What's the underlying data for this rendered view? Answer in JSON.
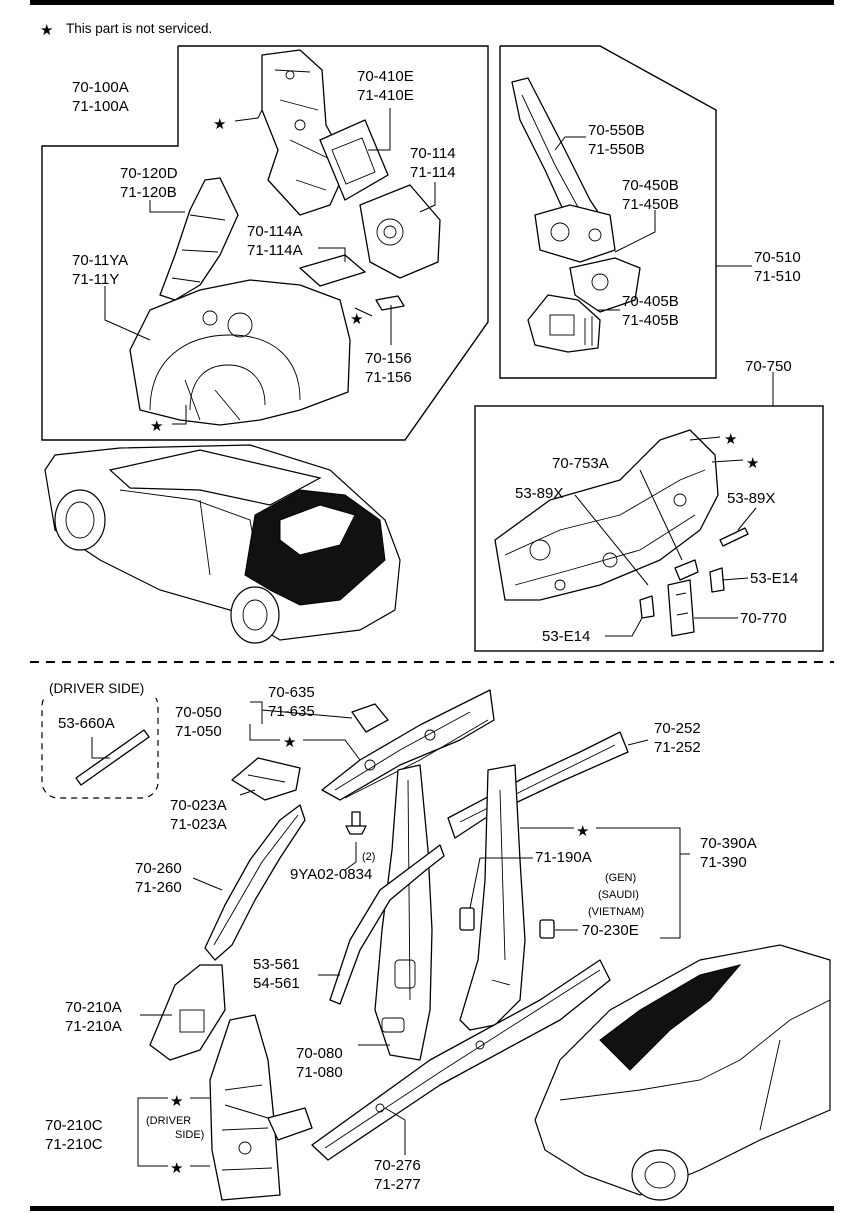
{
  "legend": {
    "symbol": "★",
    "text": "This part is not serviced."
  },
  "top_left": {
    "l1": "70-100A",
    "l2": "71-100A",
    "l3": "70-410E",
    "l4": "71-410E",
    "l5": "70-114",
    "l6": "71-114",
    "l7": "70-120D",
    "l8": "71-120B",
    "l9": "70-114A",
    "l10": "71-114A",
    "l11": "70-11YA",
    "l12": "71-11Y",
    "l13": "70-156",
    "l14": "71-156"
  },
  "top_right": {
    "l1": "70-550B",
    "l2": "71-550B",
    "l3": "70-450B",
    "l4": "71-450B",
    "l5": "70-510",
    "l6": "71-510",
    "l7": "70-405B",
    "l8": "71-405B"
  },
  "rear_panel": {
    "l1": "70-750",
    "l2": "70-753A",
    "l3": "53-89X",
    "l4": "53-89X",
    "l5": "53-E14",
    "l6": "53-E14",
    "l7": "70-770"
  },
  "bottom": {
    "driver_side": "(DRIVER SIDE)",
    "l1": "53-660A",
    "l2": "70-050",
    "l3": "71-050",
    "l4": "70-635",
    "l5": "71-635",
    "l6": "70-252",
    "l7": "71-252",
    "l8": "70-023A",
    "l9": "71-023A",
    "l10": "70-390A",
    "l11": "71-390",
    "l12": "71-190A",
    "l13": "(2)",
    "l14": "9YA02-0834",
    "l15": "(GEN)",
    "l16": "(SAUDI)",
    "l17": "(VIETNAM)",
    "l18": "70-230E",
    "l19": "70-260",
    "l20": "71-260",
    "l21": "53-561",
    "l22": "54-561",
    "l23": "70-210A",
    "l24": "71-210A",
    "l25": "70-080",
    "l26": "71-080",
    "l27": "70-210C",
    "l28": "71-210C",
    "l29": "(DRIVER",
    "l30": "SIDE)",
    "l31": "70-276",
    "l32": "71-277"
  }
}
